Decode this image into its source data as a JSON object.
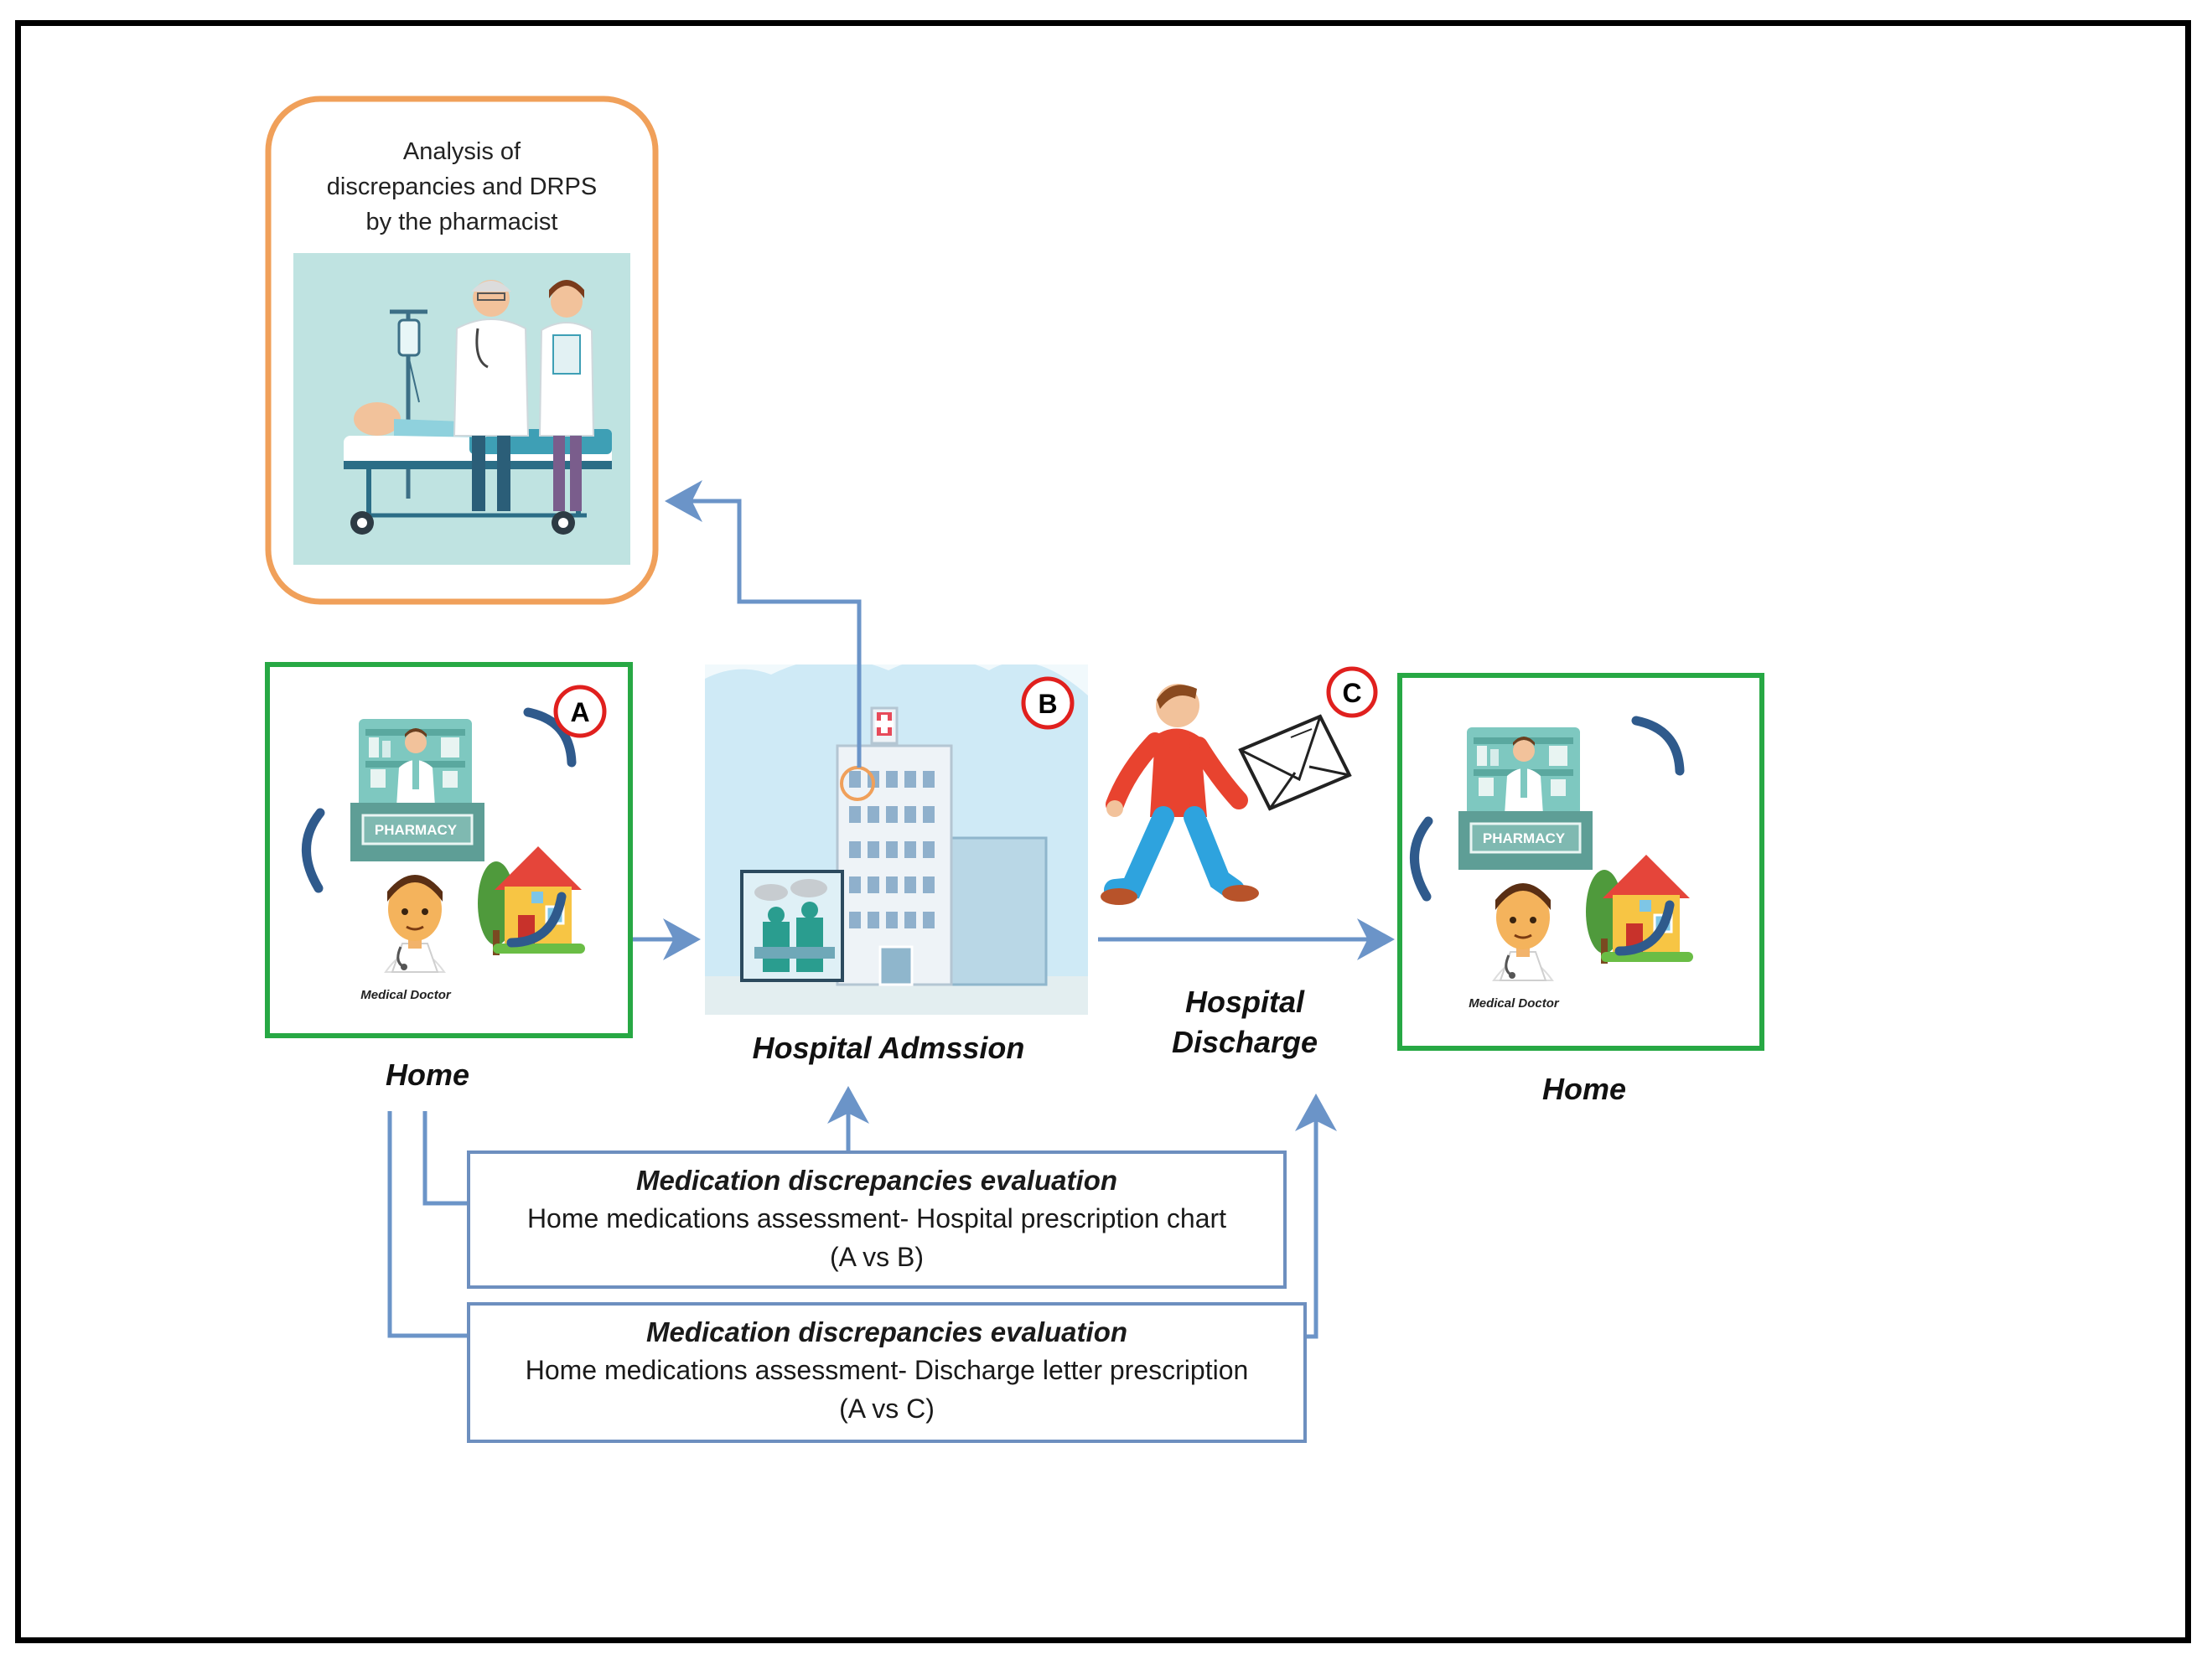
{
  "analysis": {
    "title_line1": "Analysis of",
    "title_line2": "discrepancies and DRPS",
    "title_line3": "by the pharmacist"
  },
  "nodes": {
    "home_left": {
      "badge": "A",
      "label": "Home",
      "pharmacy_sign": "PHARMACY",
      "doctor_caption": "Medical Doctor"
    },
    "hospital": {
      "badge": "B",
      "label": "Hospital Admssion"
    },
    "discharge": {
      "badge": "C",
      "label_line1": "Hospital",
      "label_line2": "Discharge"
    },
    "home_right": {
      "label": "Home",
      "pharmacy_sign": "PHARMACY",
      "doctor_caption": "Medical Doctor"
    }
  },
  "evaluations": [
    {
      "title": "Medication discrepancies evaluation",
      "line1": "Home medications assessment- Hospital prescription chart",
      "line2": "(A vs B)"
    },
    {
      "title": "Medication discrepancies evaluation",
      "line1": "Home medications assessment- Discharge letter prescription",
      "line2": "(A vs C)"
    }
  ],
  "colors": {
    "orange_border": "#f0a05a",
    "green_border": "#27a844",
    "arrow_blue": "#6b94c8",
    "badge_red": "#e0201e"
  }
}
